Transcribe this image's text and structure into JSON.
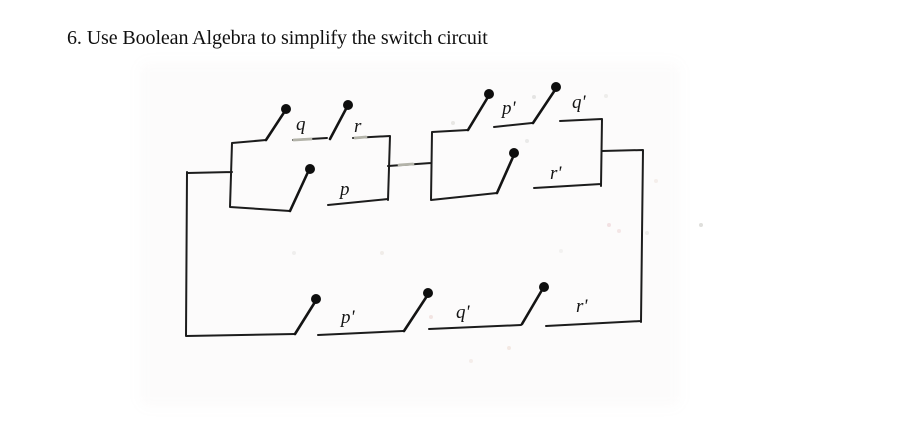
{
  "problem": {
    "title": "6. Use Boolean Algebra to simplify the switch circuit"
  },
  "circuit": {
    "ink_color": "#1c1c1c",
    "paper_color": "#ffffff",
    "top_path": {
      "block1": {
        "top_branch": [
          {
            "label": "q"
          },
          {
            "label": "r"
          }
        ],
        "bottom_branch": [
          {
            "label": "p"
          }
        ]
      },
      "block2": {
        "top_branch": [
          {
            "label": "p'"
          },
          {
            "label": "q'"
          }
        ],
        "bottom_branch": [
          {
            "label": "r'"
          }
        ]
      }
    },
    "bottom_path": [
      {
        "label": "p'"
      },
      {
        "label": "q'"
      },
      {
        "label": "r'"
      }
    ]
  }
}
